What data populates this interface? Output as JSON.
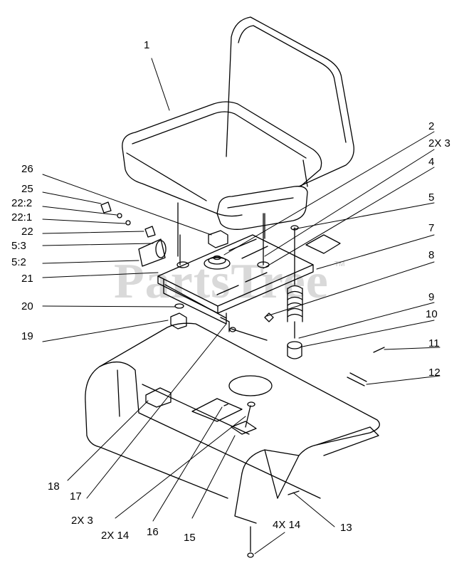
{
  "watermark": {
    "text": "PartsTree",
    "trademark": "TM"
  },
  "callouts": {
    "c1": "1",
    "c2": "2",
    "c2x3_top": "2X 3",
    "c4": "4",
    "c5": "5",
    "c7": "7",
    "c8": "8",
    "c9": "9",
    "c10": "10",
    "c11": "11",
    "c12": "12",
    "c13": "13",
    "c4x14": "4X 14",
    "c15": "15",
    "c16": "16",
    "c2x14": "2X 14",
    "c2x3_bottom": "2X 3",
    "c17": "17",
    "c18": "18",
    "c19": "19",
    "c20": "20",
    "c21": "21",
    "c5_2": "5:2",
    "c5_3": "5:3",
    "c22": "22",
    "c22_1": "22:1",
    "c22_2": "22:2",
    "c25": "25",
    "c26": "26"
  }
}
